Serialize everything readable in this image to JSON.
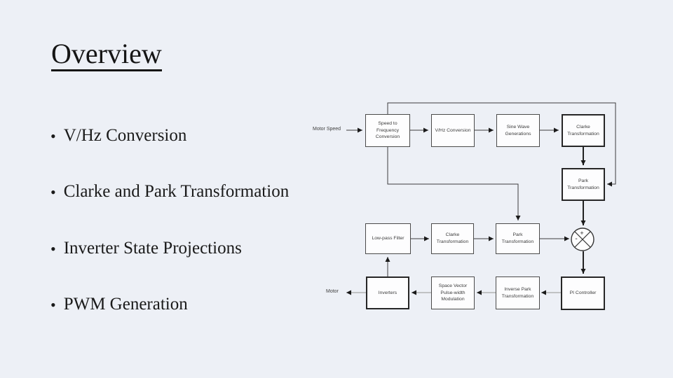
{
  "slide": {
    "title": "Overview",
    "bullet_char": "•",
    "bullets": [
      "V/Hz Conversion",
      "Clarke and Park Transformation",
      "Inverter State Projections",
      "PWM Generation"
    ]
  },
  "diagram": {
    "io_labels": {
      "motor_speed": "Motor Speed",
      "motor": "Motor"
    },
    "nodes": {
      "speed_freq": {
        "label": "Speed to Frequency Conversion"
      },
      "vhz": {
        "label": "V/Hz Conversion"
      },
      "sine_wave": {
        "label": "Sine Wave Generations"
      },
      "clarke_top": {
        "label": "Clarke Transformation"
      },
      "park_right": {
        "label": "Park Transformation"
      },
      "lowpass": {
        "label": "Low-pass Filter"
      },
      "clarke_mid": {
        "label": "Clarke Transformation"
      },
      "park_mid": {
        "label": "Park Transformation"
      },
      "inverters": {
        "label": "Inverters"
      },
      "svpwm": {
        "label": "Space Vector Pulse-width Modulation"
      },
      "inv_park": {
        "label": "Inverse Park Transformation"
      },
      "pi": {
        "label": "PI Controller"
      }
    },
    "summing_junction": {
      "plus": "+",
      "minus": "-"
    },
    "edges": [
      {
        "from": "motor_speed",
        "to": "speed_freq"
      },
      {
        "from": "speed_freq",
        "to": "vhz"
      },
      {
        "from": "vhz",
        "to": "sine_wave"
      },
      {
        "from": "sine_wave",
        "to": "clarke_top"
      },
      {
        "from": "clarke_top",
        "to": "park_right"
      },
      {
        "from": "speed_freq",
        "to": "park_right",
        "route": "top"
      },
      {
        "from": "speed_freq",
        "to": "park_mid",
        "route": "bottom"
      },
      {
        "from": "park_right",
        "to": "summing_junction",
        "sign": "+"
      },
      {
        "from": "park_mid",
        "to": "summing_junction",
        "sign": "-"
      },
      {
        "from": "summing_junction",
        "to": "pi"
      },
      {
        "from": "pi",
        "to": "inv_park"
      },
      {
        "from": "inv_park",
        "to": "svpwm"
      },
      {
        "from": "svpwm",
        "to": "inverters"
      },
      {
        "from": "inverters",
        "to": "motor"
      },
      {
        "from": "inverters",
        "to": "lowpass"
      },
      {
        "from": "lowpass",
        "to": "clarke_mid"
      },
      {
        "from": "clarke_mid",
        "to": "park_mid"
      }
    ],
    "colors": {
      "background": "#edf0f6",
      "box_fill": "#fdfdfe",
      "box_border": "#4a4a4a",
      "line": "#3d3d3d",
      "gray_line": "#a6a6a6",
      "arrowhead": "#1a1a1a"
    }
  }
}
